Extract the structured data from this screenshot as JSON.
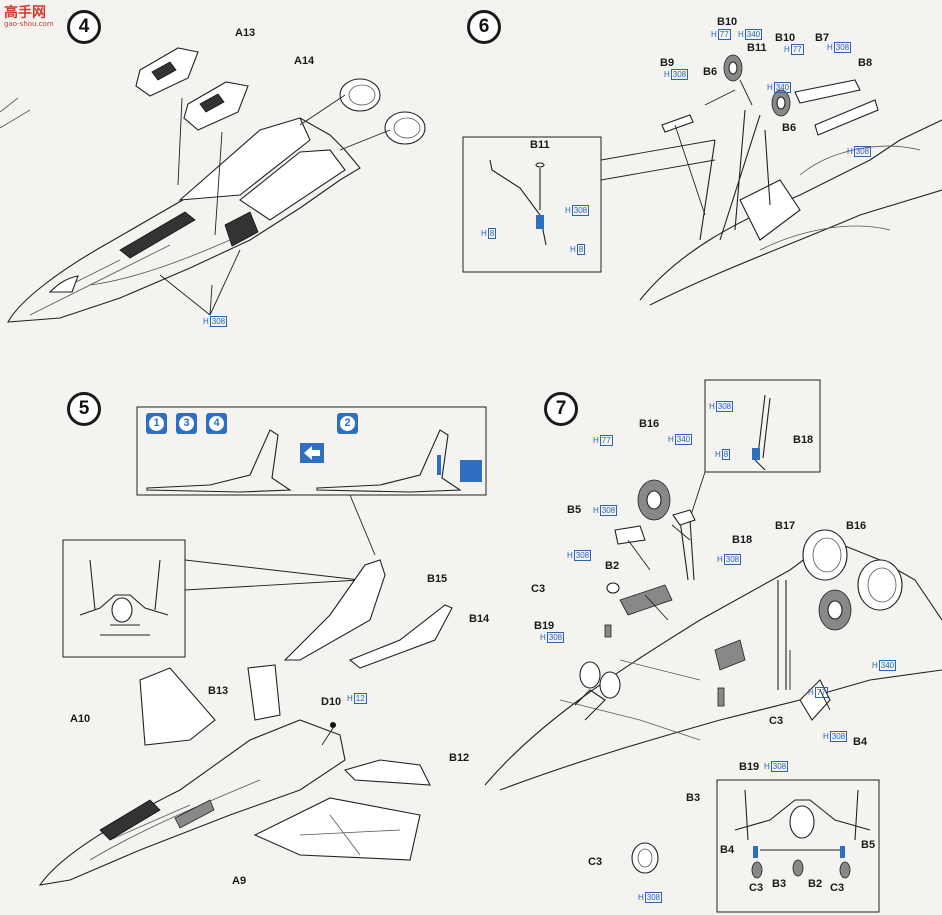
{
  "watermark": {
    "logo_text": "高手网",
    "url_text": "gao-shou.com"
  },
  "steps": {
    "s4": "4",
    "s5": "5",
    "s6": "6",
    "s7": "7"
  },
  "option_markers": {
    "first": "1",
    "second": "3",
    "third": "4",
    "alt": "2"
  },
  "step4": {
    "parts": {
      "a13": "A13",
      "a14": "A14"
    },
    "paint": {
      "prefix": "H",
      "code": "308"
    }
  },
  "step5": {
    "parts": {
      "b15": "B15",
      "b14": "B14",
      "b13": "B13",
      "a10": "A10",
      "d10": "D10",
      "b12": "B12",
      "a9": "A9"
    },
    "paint_d10": {
      "prefix": "H",
      "code": "12"
    }
  },
  "step6": {
    "parts": {
      "b10_left": "B10",
      "b11_top": "B11",
      "b10_right": "B10",
      "b7": "B7",
      "b9": "B9",
      "b6_top": "B6",
      "b8": "B8",
      "b6_bottom": "B6",
      "b11_inset": "B11"
    },
    "paint": {
      "h77_left": {
        "prefix": "H",
        "code": "77"
      },
      "h340_left": {
        "prefix": "H",
        "code": "340"
      },
      "h77_right": {
        "prefix": "H",
        "code": "77"
      },
      "h340_right": {
        "prefix": "H",
        "code": "340"
      },
      "h308_b7": {
        "prefix": "H",
        "code": "308"
      },
      "h308_b9": {
        "prefix": "H",
        "code": "308"
      },
      "h308_b8": {
        "prefix": "H",
        "code": "308"
      },
      "h308_inset": {
        "prefix": "H",
        "code": "308"
      },
      "h8_inset_left": {
        "prefix": "H",
        "code": "8"
      },
      "h8_inset_right": {
        "prefix": "H",
        "code": "8"
      }
    }
  },
  "step7": {
    "parts": {
      "b16_top": "B16",
      "b18_inset": "B18",
      "b5": "B5",
      "b18": "B18",
      "b17": "B17",
      "b16_right": "B16",
      "c3_top": "C3",
      "b2": "B2",
      "b19_top": "B19",
      "c3_mid": "C3",
      "b4": "B4",
      "b19_bottom": "B19",
      "b3": "B3",
      "c3_bottom": "C3",
      "front_b4": "B4",
      "front_b5": "B5",
      "front_c3_left": "C3",
      "front_b3": "B3",
      "front_b2": "B2",
      "front_c3_right": "C3"
    },
    "paint": {
      "h77_wheel": {
        "prefix": "H",
        "code": "77"
      },
      "h340_wheel": {
        "prefix": "H",
        "code": "340"
      },
      "h308_inset": {
        "prefix": "H",
        "code": "308"
      },
      "h8_inset": {
        "prefix": "H",
        "code": "8"
      },
      "h308_b5": {
        "prefix": "H",
        "code": "308"
      },
      "h308_b18": {
        "prefix": "H",
        "code": "308"
      },
      "h308_b2": {
        "prefix": "H",
        "code": "308"
      },
      "h308_b19": {
        "prefix": "H",
        "code": "308"
      },
      "h340_right": {
        "prefix": "H",
        "code": "340"
      },
      "h77_right": {
        "prefix": "H",
        "code": "77"
      },
      "h308_b4": {
        "prefix": "H",
        "code": "308"
      },
      "h308_b19b": {
        "prefix": "H",
        "code": "308"
      },
      "h308_c3": {
        "prefix": "H",
        "code": "308"
      }
    }
  },
  "colors": {
    "paint_blue": "#2f6fc2",
    "ink": "#1a1a1a",
    "paper": "#f4f3f0",
    "watermark_red": "#d23a2a"
  }
}
